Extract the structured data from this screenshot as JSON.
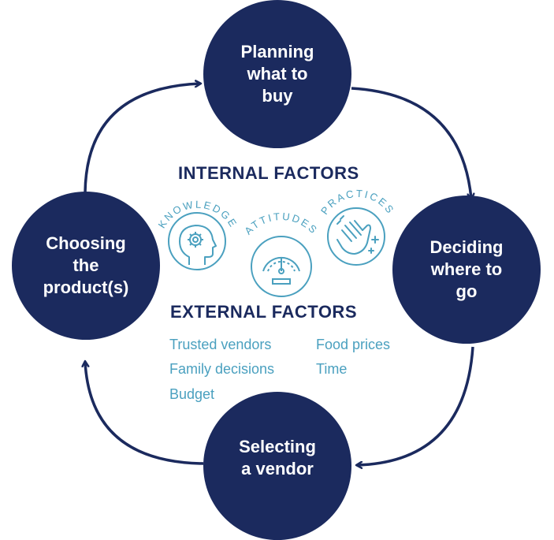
{
  "steps": {
    "top": {
      "lines": [
        "Planning",
        "what to",
        "buy"
      ]
    },
    "right": {
      "lines": [
        "Deciding",
        "where to",
        "go"
      ]
    },
    "bottom": {
      "lines": [
        "Selecting",
        "a vendor"
      ]
    },
    "left": {
      "lines": [
        "Choosing",
        "the",
        "product(s)"
      ]
    }
  },
  "internal": {
    "heading": "INTERNAL FACTORS",
    "knowledge": "KNOWLEDGE",
    "attitudes": "ATTITUDES",
    "practices": "PRACTICES"
  },
  "external": {
    "heading": "EXTERNAL FACTORS",
    "items": [
      "Trusted vendors",
      "Food prices",
      "Family decisions",
      "Time",
      "Budget"
    ]
  },
  "colors": {
    "navy": "#1b2a5e",
    "teal": "#4aa0bf"
  },
  "icons": [
    "gear-head-icon",
    "gauge-icon",
    "hands-icon"
  ]
}
